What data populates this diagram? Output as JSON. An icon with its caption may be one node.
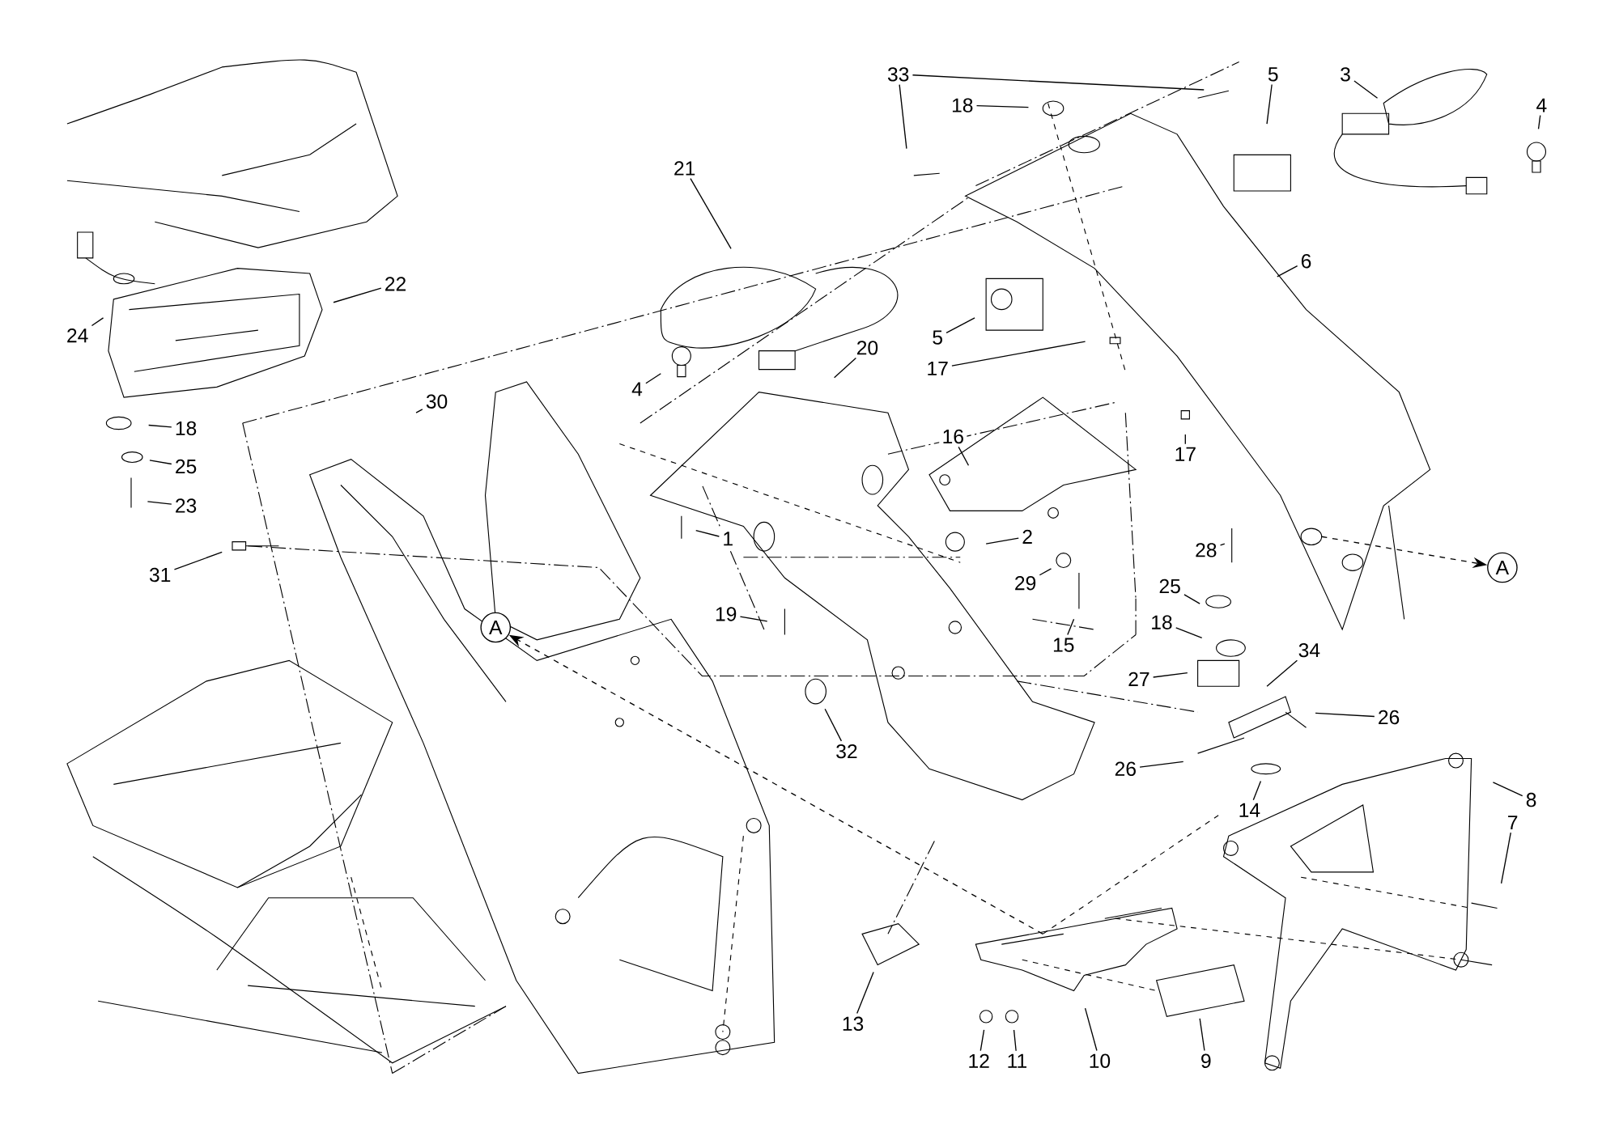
{
  "diagram": {
    "nodes": [
      {
        "text": [
          "33"
        ]
      },
      {
        "text": [
          "18"
        ]
      },
      {
        "text": [
          "5"
        ]
      },
      {
        "text": [
          "3"
        ]
      },
      {
        "text": [
          "4"
        ]
      },
      {
        "text": [
          "21"
        ]
      },
      {
        "text": [
          "6"
        ]
      },
      {
        "text": [
          "22"
        ]
      },
      {
        "text": [
          "24"
        ]
      },
      {
        "text": [
          "5"
        ]
      },
      {
        "text": [
          "17"
        ]
      },
      {
        "text": [
          "4"
        ]
      },
      {
        "text": [
          "20"
        ]
      },
      {
        "text": [
          "30"
        ]
      },
      {
        "text": [
          "18"
        ]
      },
      {
        "text": [
          "16"
        ]
      },
      {
        "text": [
          "17"
        ]
      },
      {
        "text": [
          "25"
        ]
      },
      {
        "text": [
          "23"
        ]
      },
      {
        "text": [
          "1"
        ]
      },
      {
        "text": [
          "2"
        ]
      },
      {
        "text": [
          "29"
        ]
      },
      {
        "text": [
          "28"
        ]
      },
      {
        "text": [
          "31"
        ]
      },
      {
        "text": [
          "15"
        ]
      },
      {
        "text": [
          "19"
        ]
      },
      {
        "text": [
          "25"
        ]
      },
      {
        "text": [
          "18"
        ]
      },
      {
        "text": [
          "34"
        ]
      },
      {
        "text": [
          "27"
        ]
      },
      {
        "text": [
          "26"
        ]
      },
      {
        "text": [
          "32"
        ]
      },
      {
        "text": [
          "26"
        ]
      },
      {
        "text": [
          "14"
        ]
      },
      {
        "text": [
          "8"
        ]
      },
      {
        "text": [
          "7"
        ]
      },
      {
        "text": [
          "13"
        ]
      },
      {
        "text": [
          "12"
        ]
      },
      {
        "text": [
          "11"
        ]
      },
      {
        "text": [
          "10"
        ]
      },
      {
        "text": [
          "9"
        ]
      },
      {
        "text": [
          "A"
        ]
      },
      {
        "text": [
          "A"
        ]
      }
    ],
    "edges": [
      {
        "from": 0,
        "to": null,
        "arrow": "none"
      },
      {
        "from": 0,
        "to": null,
        "arrow": "none"
      },
      {
        "from": 1,
        "to": null,
        "arrow": "none"
      },
      {
        "from": 2,
        "to": null,
        "arrow": "none"
      },
      {
        "from": 3,
        "to": null,
        "arrow": "none"
      },
      {
        "from": 4,
        "to": null,
        "arrow": "none"
      },
      {
        "from": 5,
        "to": null,
        "arrow": "none"
      },
      {
        "from": 6,
        "to": null,
        "arrow": "none"
      },
      {
        "from": 7,
        "to": null,
        "arrow": "none"
      },
      {
        "from": 8,
        "to": null,
        "arrow": "none"
      },
      {
        "from": 9,
        "to": null,
        "arrow": "none"
      },
      {
        "from": 10,
        "to": null,
        "arrow": "none"
      },
      {
        "from": 11,
        "to": null,
        "arrow": "none"
      },
      {
        "from": 12,
        "to": null,
        "arrow": "none"
      },
      {
        "from": 13,
        "to": null,
        "arrow": "none"
      },
      {
        "from": 14,
        "to": null,
        "arrow": "none"
      },
      {
        "from": 15,
        "to": null,
        "arrow": "none"
      },
      {
        "from": 16,
        "to": null,
        "arrow": "none"
      },
      {
        "from": 17,
        "to": null,
        "arrow": "none"
      },
      {
        "from": 18,
        "to": null,
        "arrow": "none"
      },
      {
        "from": 19,
        "to": null,
        "arrow": "none"
      },
      {
        "from": 20,
        "to": null,
        "arrow": "none"
      },
      {
        "from": 21,
        "to": null,
        "arrow": "none"
      },
      {
        "from": 22,
        "to": null,
        "arrow": "none"
      },
      {
        "from": 23,
        "to": null,
        "arrow": "none"
      },
      {
        "from": 24,
        "to": null,
        "arrow": "none"
      },
      {
        "from": 25,
        "to": null,
        "arrow": "none"
      },
      {
        "from": 26,
        "to": null,
        "arrow": "none"
      },
      {
        "from": 27,
        "to": null,
        "arrow": "none"
      },
      {
        "from": 28,
        "to": null,
        "arrow": "none"
      },
      {
        "from": 29,
        "to": null,
        "arrow": "none"
      },
      {
        "from": 30,
        "to": null,
        "arrow": "none"
      },
      {
        "from": 31,
        "to": null,
        "arrow": "none"
      },
      {
        "from": 32,
        "to": null,
        "arrow": "none"
      },
      {
        "from": 33,
        "to": null,
        "arrow": "none"
      },
      {
        "from": 34,
        "to": null,
        "arrow": "none"
      },
      {
        "from": 35,
        "to": null,
        "arrow": "none"
      },
      {
        "from": 36,
        "to": null,
        "arrow": "none"
      },
      {
        "from": 37,
        "to": null,
        "arrow": "none"
      },
      {
        "from": 38,
        "to": null,
        "arrow": "none"
      },
      {
        "from": 39,
        "to": null,
        "arrow": "none"
      },
      {
        "from": 40,
        "to": null,
        "arrow": "none"
      },
      {
        "from": null,
        "to": 41,
        "arrow": "to",
        "style": "dashed"
      },
      {
        "from": null,
        "to": 42,
        "arrow": "to",
        "style": "dashed"
      }
    ]
  }
}
